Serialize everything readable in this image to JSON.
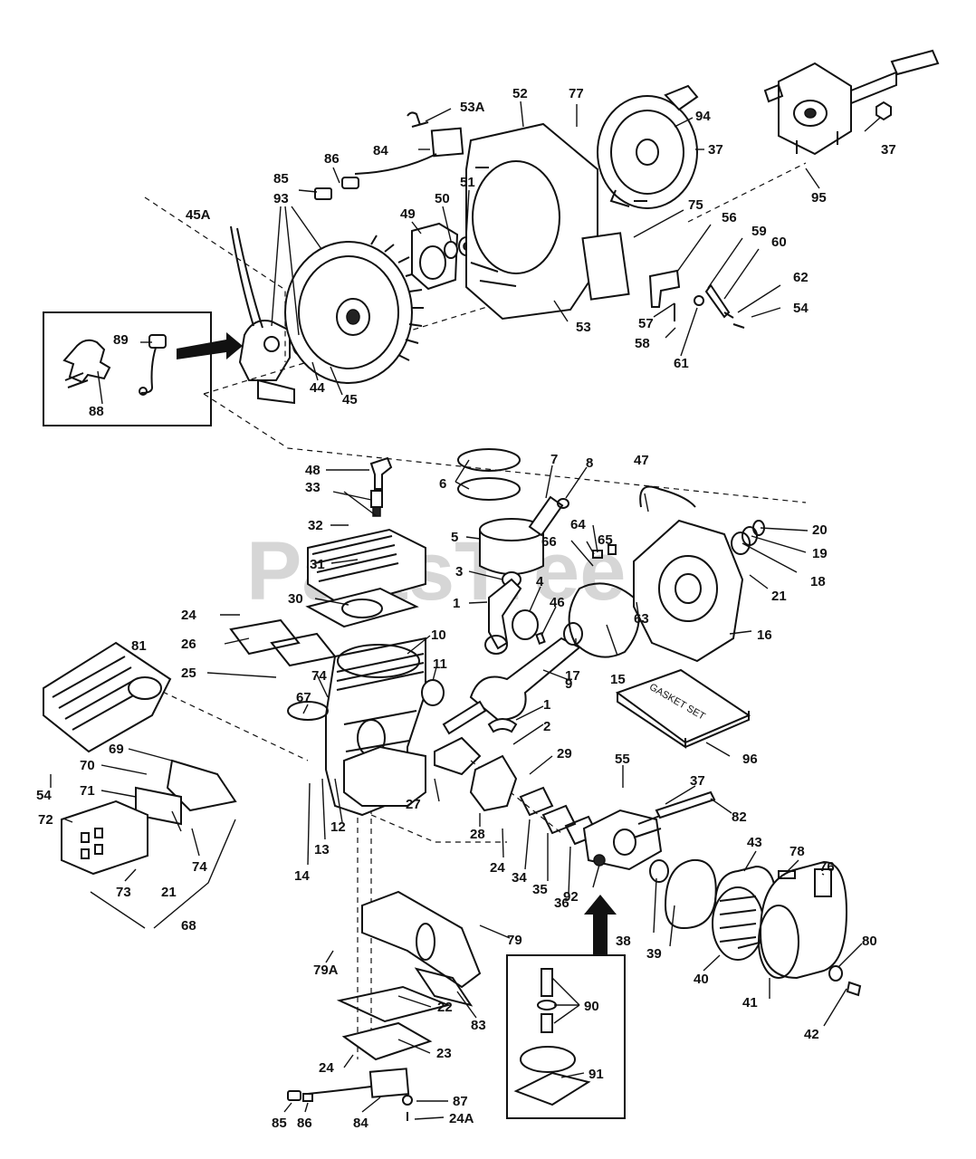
{
  "watermark": {
    "text": "PartsTree",
    "tm": "™"
  },
  "gasket_set_box_text": "GASKET SET",
  "callouts": {
    "c1a": "1",
    "c1b": "1",
    "c2": "2",
    "c3": "3",
    "c4": "4",
    "c5": "5",
    "c6": "6",
    "c7": "7",
    "c8": "8",
    "c9": "9",
    "c10": "10",
    "c11": "11",
    "c12": "12",
    "c13": "13",
    "c14": "14",
    "c15": "15",
    "c16": "16",
    "c17": "17",
    "c18": "18",
    "c19": "19",
    "c20": "20",
    "c21a": "21",
    "c21b": "21",
    "c22": "22",
    "c23": "23",
    "c24a": "24",
    "c24b": "24",
    "c24c": "24",
    "c24A": "24A",
    "c25": "25",
    "c26": "26",
    "c27": "27",
    "c28": "28",
    "c29": "29",
    "c30": "30",
    "c31": "31",
    "c32": "32",
    "c33": "33",
    "c34": "34",
    "c35": "35",
    "c36": "36",
    "c37a": "37",
    "c37b": "37",
    "c37c": "37",
    "c38": "38",
    "c39": "39",
    "c40": "40",
    "c41": "41",
    "c42": "42",
    "c43": "43",
    "c44": "44",
    "c45": "45",
    "c45A": "45A",
    "c46": "46",
    "c47": "47",
    "c48": "48",
    "c49": "49",
    "c50": "50",
    "c51": "51",
    "c52": "52",
    "c53": "53",
    "c53A": "53A",
    "c54a": "54",
    "c54b": "54",
    "c55": "55",
    "c56": "56",
    "c57": "57",
    "c58": "58",
    "c59": "59",
    "c60": "60",
    "c61": "61",
    "c62": "62",
    "c63": "63",
    "c64": "64",
    "c65": "65",
    "c66": "66",
    "c67": "67",
    "c68": "68",
    "c69": "69",
    "c70": "70",
    "c71": "71",
    "c72": "72",
    "c73": "73",
    "c74a": "74",
    "c74b": "74",
    "c75": "75",
    "c76": "76",
    "c77": "77",
    "c78": "78",
    "c79": "79",
    "c79A": "79A",
    "c80": "80",
    "c81": "81",
    "c82": "82",
    "c83": "83",
    "c84a": "84",
    "c84b": "84",
    "c85a": "85",
    "c85b": "85",
    "c86a": "86",
    "c86b": "86",
    "c87": "87",
    "c88": "88",
    "c89": "89",
    "c90": "90",
    "c91": "91",
    "c92": "92",
    "c93": "93",
    "c94": "94",
    "c95": "95",
    "c96": "96"
  }
}
